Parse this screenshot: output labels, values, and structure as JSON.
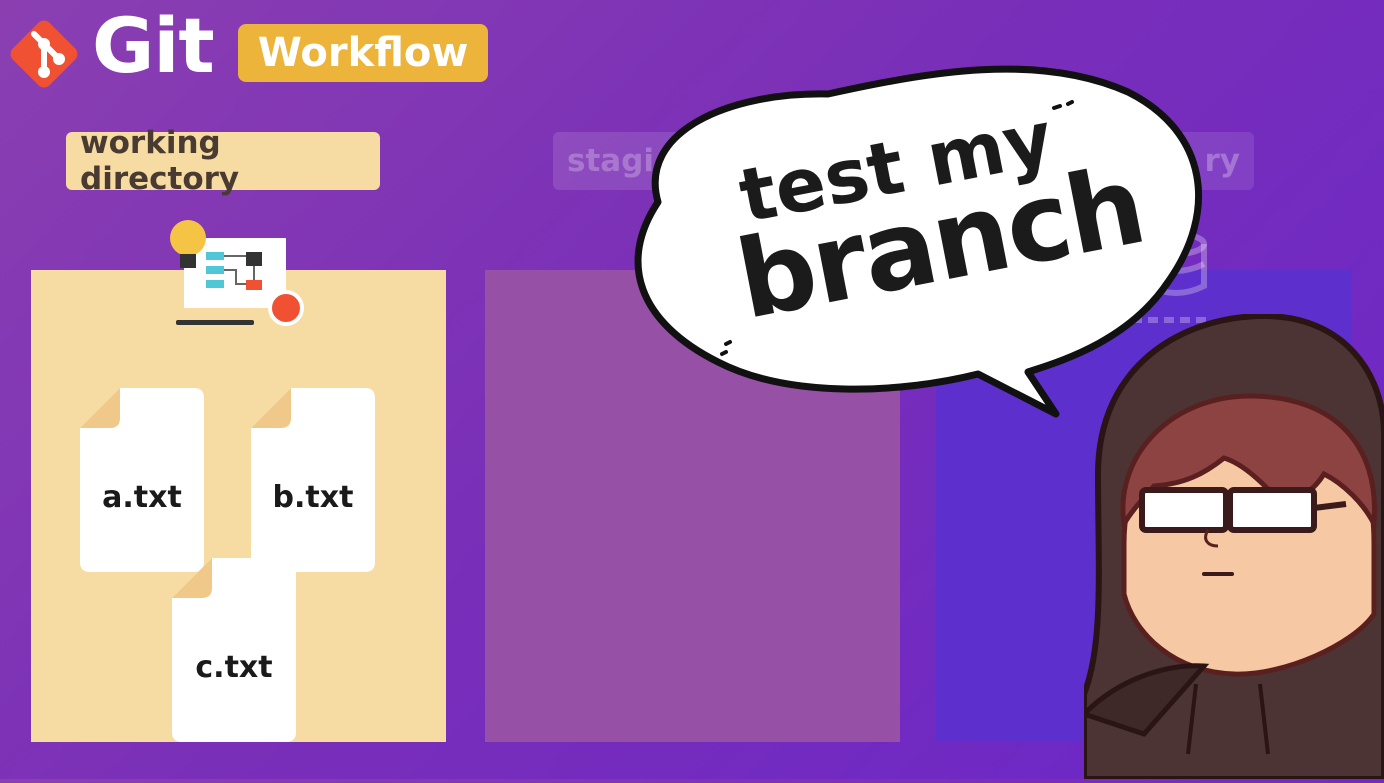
{
  "header": {
    "logo_text": "Git",
    "badge": "Workflow"
  },
  "labels": {
    "working": "working directory",
    "staging": "stagi",
    "repo": "ry"
  },
  "files": [
    {
      "name": "a.txt"
    },
    {
      "name": "b.txt"
    },
    {
      "name": "c.txt"
    }
  ],
  "speech": {
    "line1": "test my",
    "line2": "branch"
  },
  "colors": {
    "git_orange": "#f05133",
    "badge_yellow": "#ecb43a",
    "working_panel": "#f6dca2",
    "staging_panel": "#9650a5",
    "repo_panel": "#5d2fcc"
  }
}
